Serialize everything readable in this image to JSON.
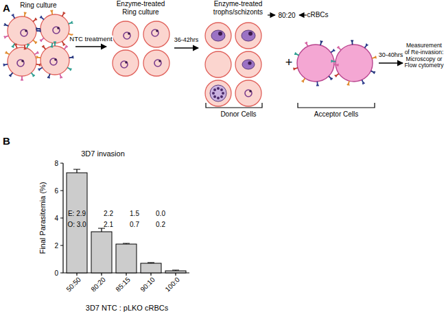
{
  "diagram": {
    "nodes": [
      {
        "text": [
          "Ring culture"
        ]
      },
      {
        "text": [
          "Enzyme-treated Ring culture"
        ]
      },
      {
        "text": [
          "Enzyme-treated trophs/schizonts",
          "Donor Cells"
        ]
      },
      {
        "text": [
          "cRBCs",
          "Acceptor Cells"
        ]
      },
      {
        "text": [
          "Measurement of Re-invasion: Microscopy or Flow cytometry"
        ]
      }
    ],
    "edges": [
      {
        "from": 0,
        "to": 1,
        "label": "NTC treatment",
        "arrow": "to"
      },
      {
        "from": 1,
        "to": 2,
        "label": "36-42hrs",
        "arrow": "to"
      },
      {
        "from": 3,
        "to": 4,
        "label": "30-40hrs",
        "arrow": "to"
      }
    ],
    "labels": [
      "A",
      "80:20",
      "+",
      "B",
      "3D7 invasion",
      "Final Parasitemia (%)",
      "0",
      "2",
      "4",
      "6",
      "8",
      "50:50",
      "80:20",
      "85:15",
      "90:10",
      "100:0",
      "3D7 NTC : pLKO cRBCs",
      "E: 2.9",
      "2.2",
      "1.5",
      "0.0",
      "O: 3.0",
      "2.1",
      "0.7",
      "0.2"
    ]
  }
}
